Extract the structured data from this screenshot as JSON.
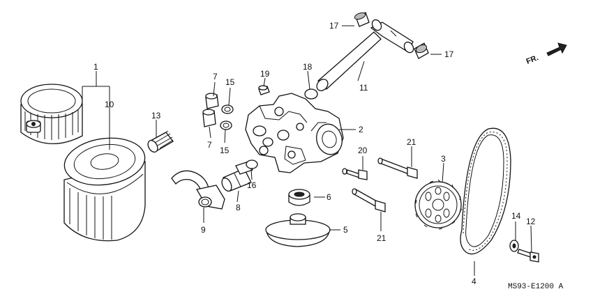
{
  "diagram": {
    "code": "MS93-E1200 A",
    "front_label": "FR.",
    "callouts": {
      "p1": "1",
      "p2": "2",
      "p3": "3",
      "p4": "4",
      "p5": "5",
      "p6": "6",
      "p7a": "7",
      "p7b": "7",
      "p8": "8",
      "p9": "9",
      "p10": "10",
      "p11": "11",
      "p12": "12",
      "p13": "13",
      "p14": "14",
      "p15a": "15",
      "p15b": "15",
      "p16": "16",
      "p17a": "17",
      "p17b": "17",
      "p18": "18",
      "p19": "19",
      "p20": "20",
      "p21a": "21",
      "p21b": "21"
    }
  }
}
